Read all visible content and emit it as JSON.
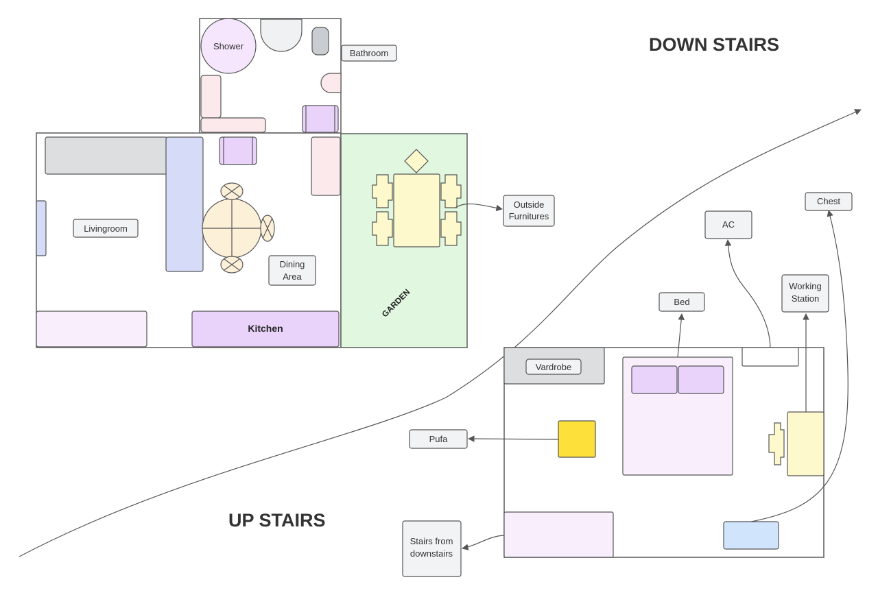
{
  "headings": {
    "down": "DOWN STAIRS",
    "up": "UP STAIRS"
  },
  "rooms": {
    "shower": "Shower",
    "bathroom": "Bathroom",
    "livingroom": "Livingroom",
    "dining_line1": "Dining",
    "dining_line2": "Area",
    "kitchen": "Kitchen",
    "garden": "GARDEN",
    "outside_line1": "Outside",
    "outside_line2": "Furnitures"
  },
  "upstairs": {
    "chest": "Chest",
    "ac": "AC",
    "bed": "Bed",
    "working_line1": "Working",
    "working_line2": "Station",
    "vardrobe": "Vardrobe",
    "pufa": "Pufa",
    "stairs_line1": "Stairs from",
    "stairs_line2": "downstairs"
  },
  "colors": {
    "wall": "#666666",
    "label_bg": "#f2f3f4",
    "gray_furniture": "#dcdee0",
    "blue_sofa": "#d6dbf7",
    "purple": "#ead3fa",
    "light_pink": "#fbe9ec",
    "light_purple": "#f9eefb",
    "cream": "#fdf9cc",
    "peach": "#fdf0d8",
    "garden": "#e1f7df",
    "yellow": "#fde03a",
    "light_blue": "#d0e5fc",
    "bath_gray": "#c9cdd2"
  }
}
